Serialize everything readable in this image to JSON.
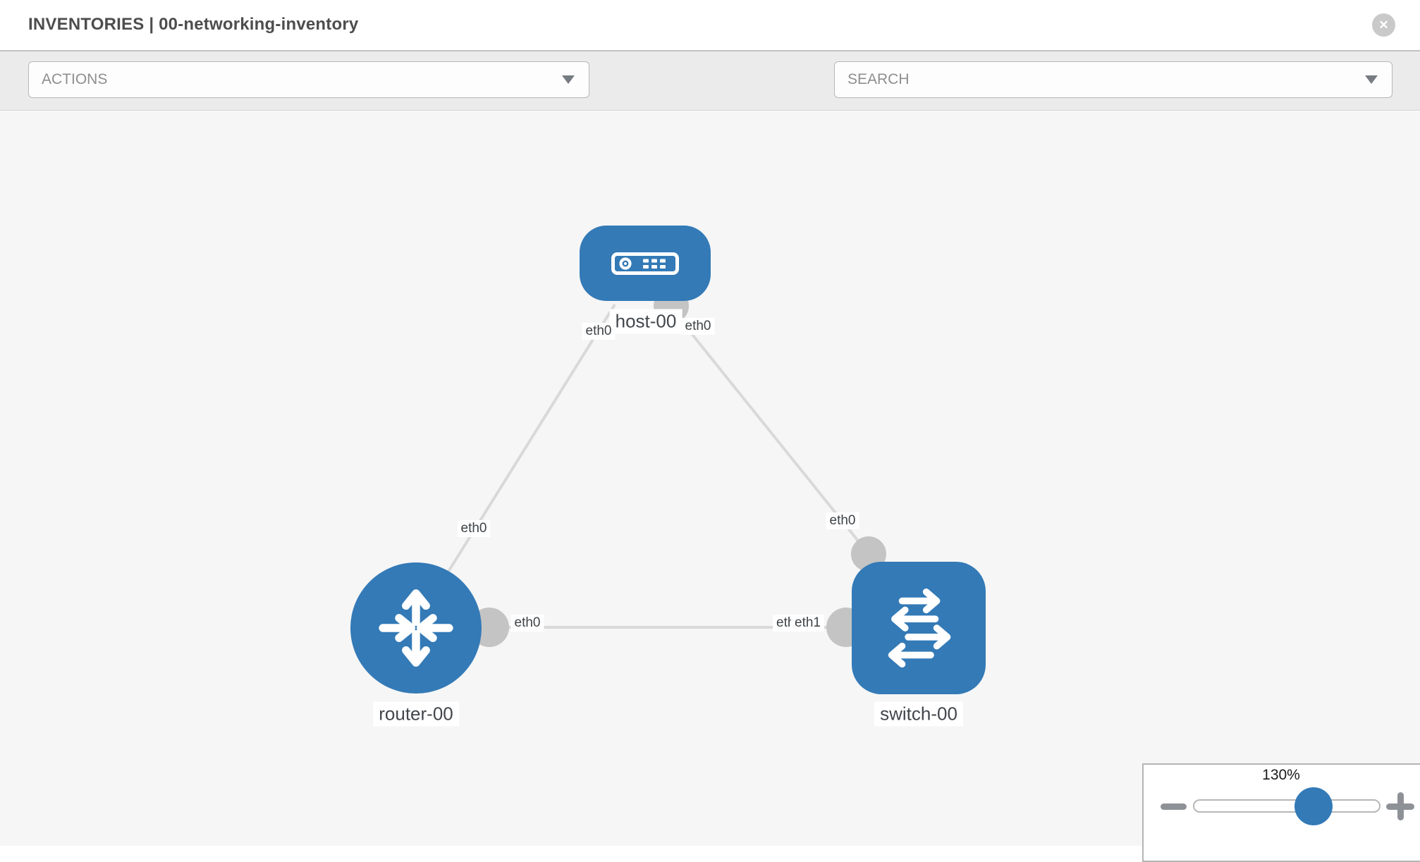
{
  "header": {
    "title": "INVENTORIES | 00-networking-inventory"
  },
  "icons": {
    "close_glyph": "✕"
  },
  "toolbar": {
    "actions_label": "ACTIONS",
    "search_placeholder": "SEARCH"
  },
  "topology": {
    "nodes": [
      {
        "id": "host-00",
        "label": "host-00",
        "type": "host"
      },
      {
        "id": "router-00",
        "label": "router-00",
        "type": "router"
      },
      {
        "id": "switch-00",
        "label": "switch-00",
        "type": "switch"
      }
    ],
    "links": [
      {
        "from": "host-00",
        "from_interface": "eth0",
        "to": "router-00",
        "to_interface": "eth0"
      },
      {
        "from": "host-00",
        "from_interface": "eth0",
        "to": "switch-00",
        "to_interface": "eth0"
      },
      {
        "from": "router-00",
        "from_interface": "eth0",
        "to": "switch-00",
        "to_interface": "eth1"
      }
    ],
    "interface_labels": {
      "host_left": "eth0",
      "host_right": "eth0",
      "router_top": "eth0",
      "switch_top": "eth0",
      "router_right": "eth0",
      "switch_left_under": "eth0",
      "switch_left": "eth1"
    }
  },
  "zoom_control": {
    "level": "130%"
  },
  "colors": {
    "node_blue": "#337ab7",
    "link_gray": "#d9d9d9",
    "connector_gray": "#c4c4c4",
    "toolbar_bg": "#ebebeb",
    "canvas_bg": "#f6f6f6",
    "icon_gray": "#8b9196"
  }
}
